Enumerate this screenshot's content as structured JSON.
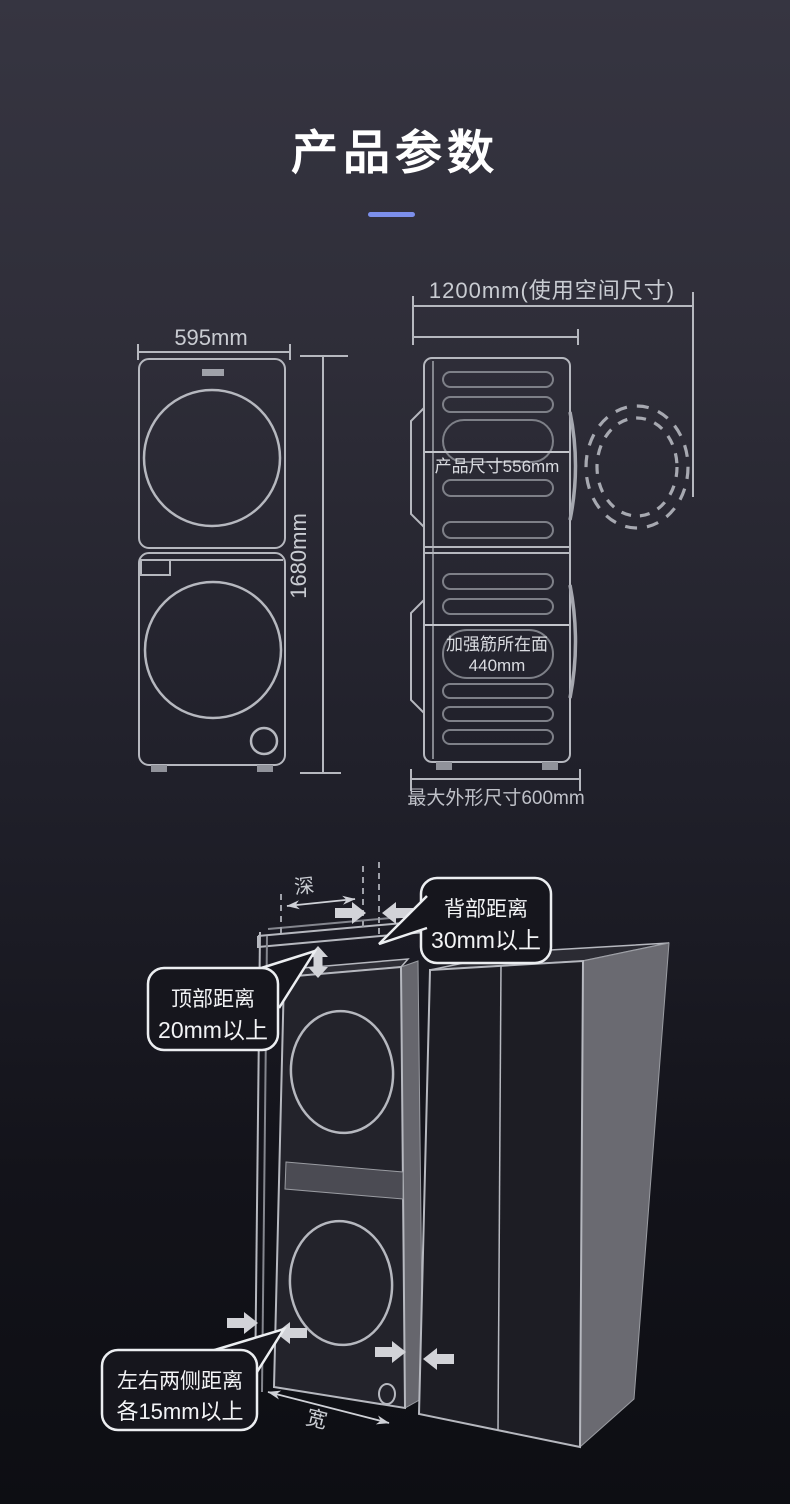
{
  "title": "产品参数",
  "colors": {
    "accent": "#7c8feb",
    "line": "#b6b8bf",
    "dim_text": "#c9ccd2",
    "bubble_border": "#eceef1",
    "bubble_fill": "#16161d",
    "side_face_gray": "#6a6a71",
    "bg_top": "#363541",
    "bg_bottom": "#0d0e13"
  },
  "front_view": {
    "width": "595mm",
    "height": "1680mm"
  },
  "side_view": {
    "usage_space": "1200mm(使用空间尺寸)",
    "product_depth": "产品尺寸556mm",
    "rib_line1": "加强筋所在面",
    "rib_line2": "440mm",
    "max_depth": "最大外形尺寸600mm"
  },
  "clearance": {
    "depth_axis": "深",
    "width_axis": "宽",
    "back": {
      "line1": "背部距离",
      "line2": "30mm以上"
    },
    "top": {
      "line1": "顶部距离",
      "line2": "20mm以上"
    },
    "sides": {
      "line1": "左右两侧距离",
      "line2": "各15mm以上"
    }
  }
}
